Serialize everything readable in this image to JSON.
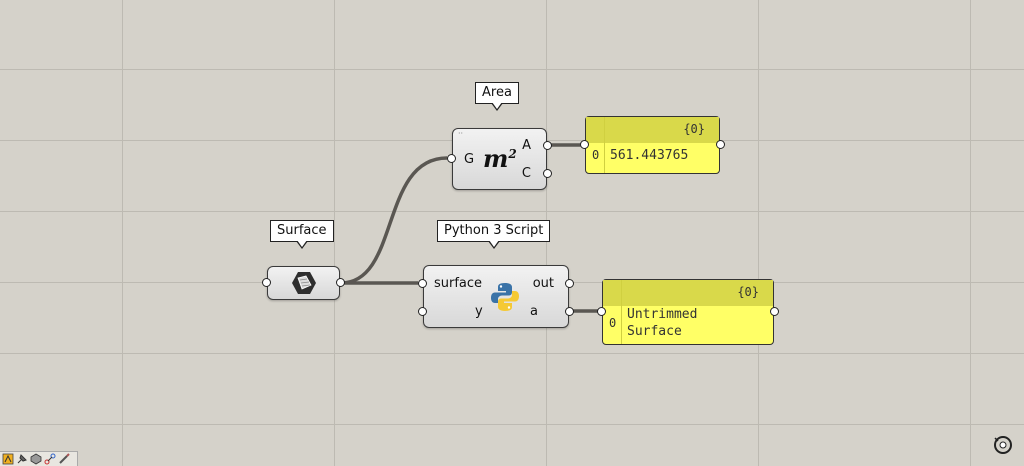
{
  "colors": {
    "canvas": "#d5d2ca",
    "grid": "#bdbab2",
    "panel": "#ffff66",
    "panel_header": "#d9d94a",
    "wire": "#555555"
  },
  "surface_param": {
    "tag": "Surface",
    "icon": "surface-param-icon"
  },
  "area_component": {
    "tag": "Area",
    "symbol": "m",
    "symbol_sup": "2",
    "inputs": [
      "G"
    ],
    "outputs": [
      "A",
      "C"
    ]
  },
  "python_component": {
    "tag": "Python 3 Script",
    "icon": "python-logo-icon",
    "inputs": [
      "surface",
      "y"
    ],
    "outputs": [
      "out",
      "a"
    ]
  },
  "area_panel": {
    "path": "{0}",
    "index": "0",
    "value": "561.443765"
  },
  "python_panel": {
    "path": "{0}",
    "index": "0",
    "value_line1": "Untrimmed",
    "value_line2": "Surface"
  },
  "footer": {
    "icons": [
      "plugin-icon",
      "pin-icon",
      "shape-icon",
      "link-icon",
      "brush-icon"
    ]
  }
}
